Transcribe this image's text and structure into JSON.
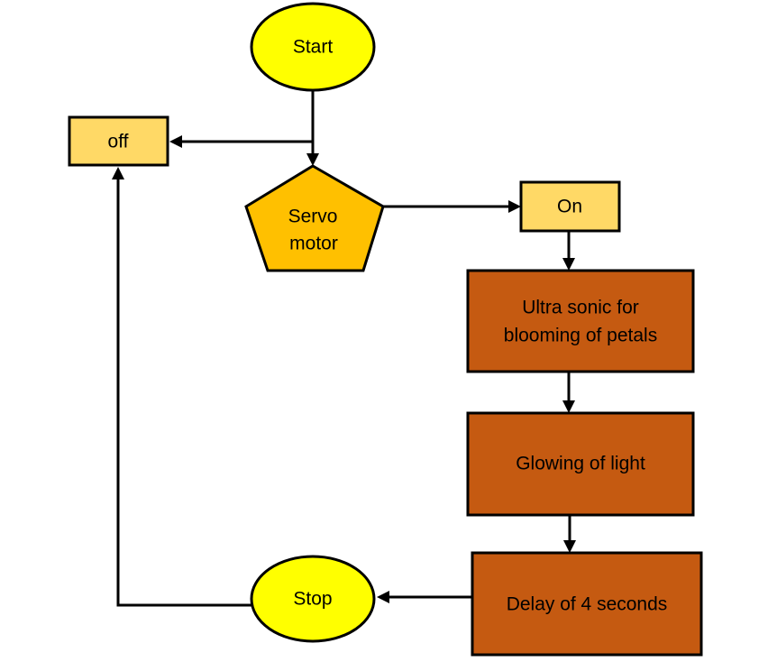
{
  "colors": {
    "terminal_fill": "#FFFF00",
    "state_fill": "#FFD966",
    "decision_fill": "#FFC000",
    "process_fill": "#C55A11",
    "line": "#000000",
    "background": "#FFFFFF"
  },
  "nodes": {
    "start": {
      "label": "Start",
      "shape": "ellipse"
    },
    "off": {
      "label": "off",
      "shape": "rectangle"
    },
    "servo": {
      "label_line1": "Servo",
      "label_line2": "motor",
      "shape": "pentagon"
    },
    "on": {
      "label": "On",
      "shape": "rectangle"
    },
    "ultrasonic": {
      "label_line1": "Ultra sonic for",
      "label_line2": "blooming of petals",
      "shape": "rectangle"
    },
    "glowing": {
      "label": "Glowing of light",
      "shape": "rectangle"
    },
    "delay": {
      "label": "Delay of 4 seconds",
      "shape": "rectangle"
    },
    "stop": {
      "label": "Stop",
      "shape": "ellipse"
    }
  },
  "edges": [
    {
      "from": "start",
      "to": "servo"
    },
    {
      "from": "start",
      "to": "off"
    },
    {
      "from": "servo",
      "to": "on"
    },
    {
      "from": "on",
      "to": "ultrasonic"
    },
    {
      "from": "ultrasonic",
      "to": "glowing"
    },
    {
      "from": "glowing",
      "to": "delay"
    },
    {
      "from": "delay",
      "to": "stop"
    },
    {
      "from": "stop",
      "to": "off"
    }
  ]
}
